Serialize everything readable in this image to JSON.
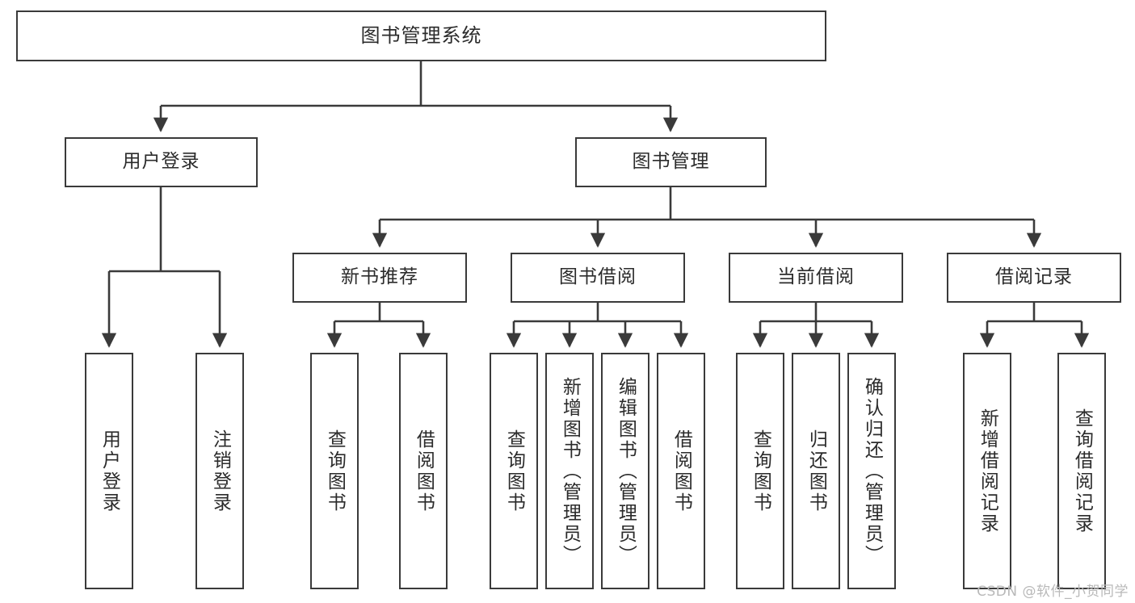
{
  "diagram": {
    "title_node": {
      "label": "图书管理系统"
    },
    "level2": [
      {
        "id": "user-login",
        "label": "用户登录"
      },
      {
        "id": "book-manage",
        "label": "图书管理"
      }
    ],
    "level3": [
      {
        "id": "new-book-recommend",
        "label": "新书推荐"
      },
      {
        "id": "book-borrow",
        "label": "图书借阅"
      },
      {
        "id": "current-borrow",
        "label": "当前借阅"
      },
      {
        "id": "borrow-record",
        "label": "借阅记录"
      }
    ],
    "leaves": [
      {
        "id": "leaf-user-login",
        "label": "用户登录"
      },
      {
        "id": "leaf-logout-login",
        "label": "注销登录"
      },
      {
        "id": "leaf-query-book-1",
        "label": "查询图书"
      },
      {
        "id": "leaf-borrow-book-1",
        "label": "借阅图书"
      },
      {
        "id": "leaf-query-book-2",
        "label": "查询图书"
      },
      {
        "id": "leaf-add-book",
        "label": "新增图书（管理员）"
      },
      {
        "id": "leaf-edit-book",
        "label": "编辑图书（管理员）"
      },
      {
        "id": "leaf-borrow-book-2",
        "label": "借阅图书"
      },
      {
        "id": "leaf-query-book-3",
        "label": "查询图书"
      },
      {
        "id": "leaf-return-book",
        "label": "归还图书"
      },
      {
        "id": "leaf-confirm-return",
        "label": "确认归还（管理员）"
      },
      {
        "id": "leaf-add-record",
        "label": "新增借阅记录"
      },
      {
        "id": "leaf-query-record",
        "label": "查询借阅记录"
      }
    ],
    "colors": {
      "stroke": "#3a3a3a",
      "background": "#ffffff",
      "text": "#2b2b2b",
      "watermark": "#b9b9b9"
    }
  },
  "watermark": {
    "text": "CSDN @软件_小贺同学"
  }
}
